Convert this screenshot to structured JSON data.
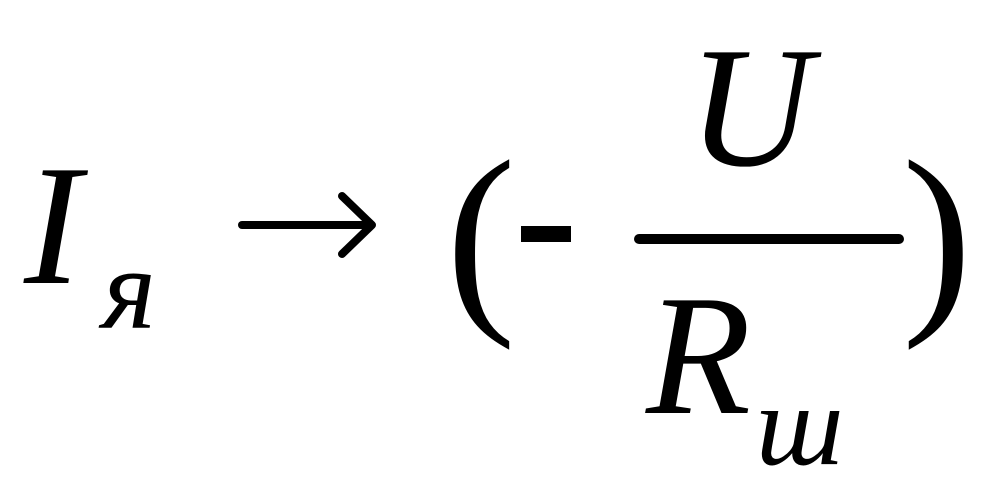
{
  "formula": {
    "lhs_variable": "I",
    "lhs_subscript": "я",
    "arrow_symbol": "→",
    "open_paren": "(",
    "minus_sign": "-",
    "numerator": "U",
    "denominator_variable": "R",
    "denominator_subscript": "ш",
    "close_paren": ")"
  }
}
